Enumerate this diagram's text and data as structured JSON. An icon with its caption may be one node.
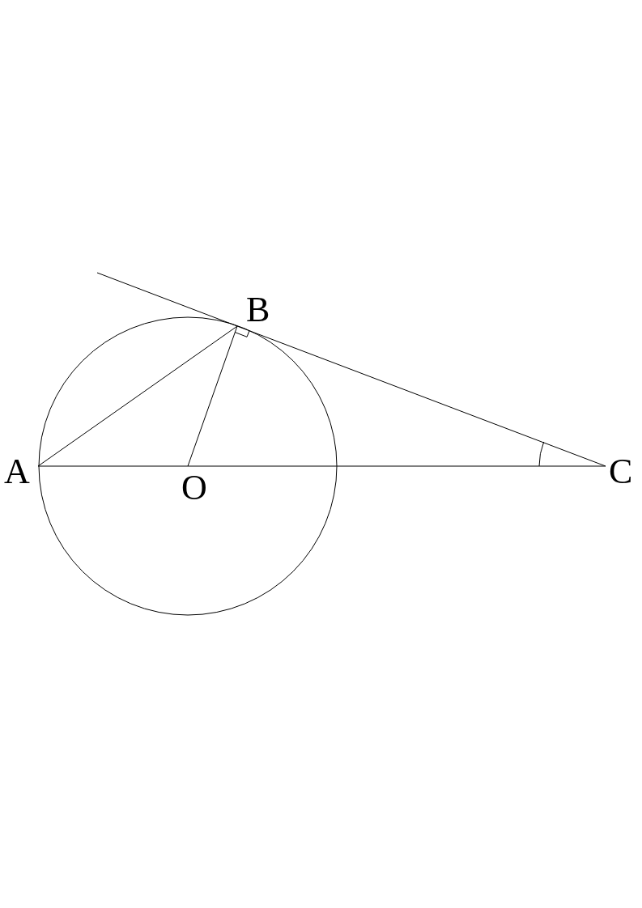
{
  "diagram": {
    "nodes": [
      {
        "text": [
          "A"
        ]
      },
      {
        "text": [
          "B"
        ]
      },
      {
        "text": [
          "O"
        ]
      },
      {
        "text": [
          "C"
        ]
      }
    ],
    "edges": [
      {
        "from": 0,
        "to": 1,
        "arrow": "none"
      },
      {
        "from": 2,
        "to": 1,
        "arrow": "none"
      },
      {
        "from": 0,
        "to": 3,
        "arrow": "none"
      },
      {
        "from": null,
        "to": 1,
        "arrow": "none"
      },
      {
        "from": 1,
        "to": 3,
        "arrow": "none"
      }
    ]
  }
}
